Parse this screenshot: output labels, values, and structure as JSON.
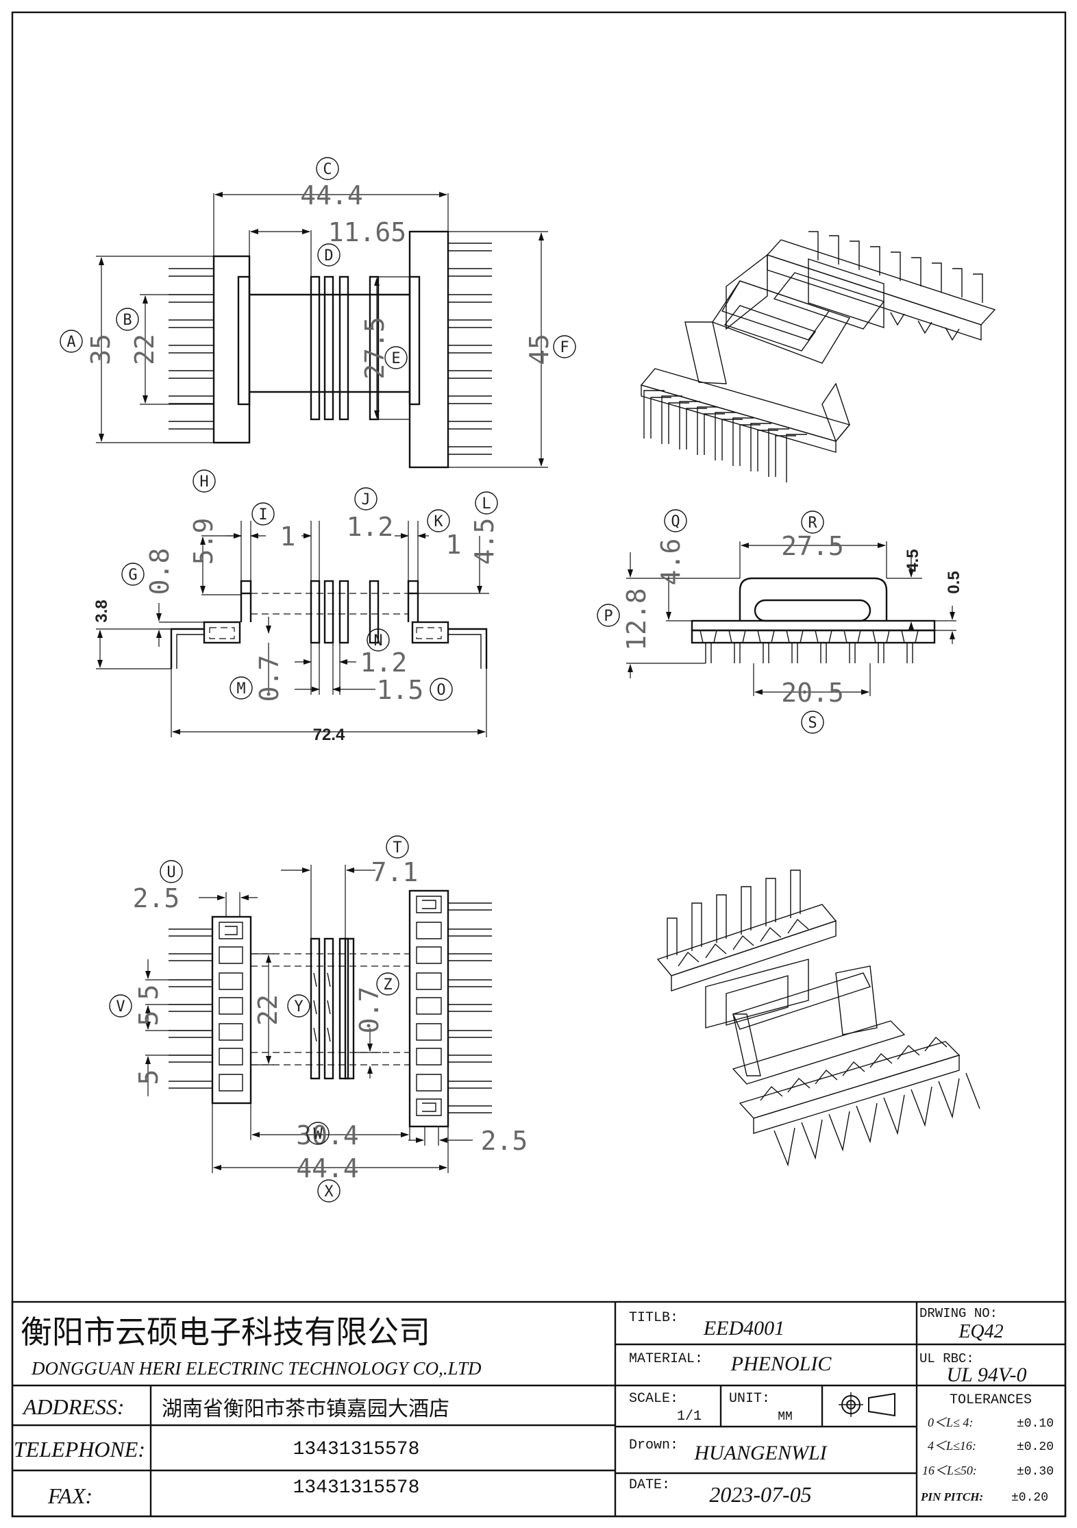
{
  "view1": {
    "labels": [
      "A",
      "B",
      "C",
      "D",
      "E",
      "F"
    ],
    "dims": {
      "a": "35",
      "b": "22",
      "c": "44.4",
      "d": "11.65",
      "e": "27.5",
      "f": "45"
    }
  },
  "view2": {
    "labels": [
      "G",
      "H",
      "I",
      "J",
      "K",
      "L",
      "M",
      "N",
      "O"
    ],
    "dims": {
      "g": "0.8",
      "h": "5.9",
      "i": "1",
      "j": "1.2",
      "k": "1",
      "l": "4.5",
      "m": "0.7",
      "n": "1.2",
      "o": "1.5",
      "height": "3.8",
      "length": "72.4"
    }
  },
  "view3": {
    "labels": [
      "P",
      "Q",
      "R",
      "S"
    ],
    "dims": {
      "p": "12.8",
      "q": "4.6",
      "r": "27.5",
      "s": "20.5",
      "t1": "4.5",
      "t2": "0.5"
    }
  },
  "view4": {
    "labels": [
      "T",
      "U",
      "V",
      "W",
      "X",
      "Y",
      "Z"
    ],
    "dims": {
      "t": "7.1",
      "u": "2.5",
      "v1": "5",
      "v2": "5",
      "v3": "5",
      "w": "30.4",
      "x": "44.4",
      "y": "22",
      "z": "0.7",
      "side": "2.5"
    }
  },
  "title_block": {
    "company_cn": "衡阳市云硕电子科技有限公司",
    "company_en": "DONGGUAN HERI ELECTRINC TECHNOLOGY CO,.LTD",
    "address_label": "ADDRESS:",
    "address_value": "湖南省衡阳市茶市镇嘉园大酒店",
    "telephone_label": "TELEPHONE:",
    "telephone_value": "13431315578",
    "fax_label": "FAX:",
    "fax_value": "13431315578",
    "title_label": "TITLB:",
    "title_value": "EED4001",
    "material_label": "MATERIAL:",
    "material_value": "PHENOLIC",
    "scale_label": "SCALE:",
    "scale_value": "1/1",
    "unit_label": "UNIT:",
    "unit_value": "MM",
    "drawn_label": "Drown:",
    "drawn_value": "HUANGENWLI",
    "date_label": "DATE:",
    "date_value": "2023-07-05",
    "drawing_no_label": "DRWING NO:",
    "drawing_no_value": "EQ42",
    "ul_label": "UL RBC:",
    "ul_value": "UL 94V-0",
    "tolerances_label": "TOLERANCES",
    "tol1_range": "0＜L≤ 4:",
    "tol1_value": "±0.10",
    "tol2_range": "4＜L≤16:",
    "tol2_value": "±0.20",
    "tol3_range": "16＜L≤50:",
    "tol3_value": "±0.30",
    "pitch_label": "PIN PITCH:",
    "pitch_value": "±0.20"
  }
}
